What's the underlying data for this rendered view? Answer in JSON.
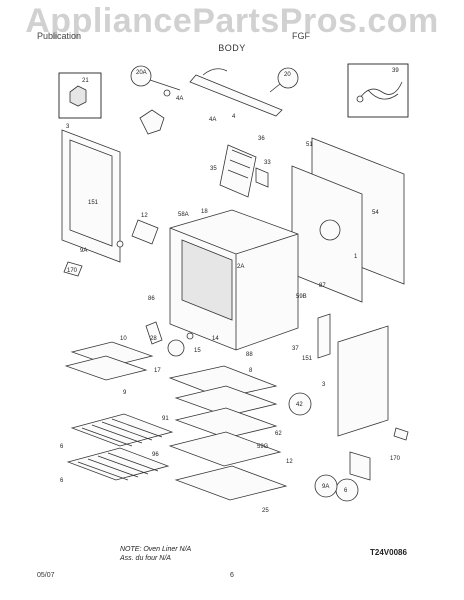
{
  "watermark": "AppliancePartsPros.com",
  "header": {
    "left": "Publication",
    "right": "FGF"
  },
  "section_title": "BODY",
  "note_line1": "NOTE: Oven Liner N/A",
  "note_line2": "Ass. du four N/A",
  "diagram_code": "T24V0086",
  "footer": {
    "date": "05/07",
    "page": "6"
  },
  "callouts": [
    {
      "label": "21"
    },
    {
      "label": "20A"
    },
    {
      "label": "4A"
    },
    {
      "label": "4"
    },
    {
      "label": "20"
    },
    {
      "label": "39"
    },
    {
      "label": "3"
    },
    {
      "label": "4A"
    },
    {
      "label": "36"
    },
    {
      "label": "35"
    },
    {
      "label": "33"
    },
    {
      "label": "51"
    },
    {
      "label": "151"
    },
    {
      "label": "12"
    },
    {
      "label": "9A"
    },
    {
      "label": "170"
    },
    {
      "label": "58A"
    },
    {
      "label": "18"
    },
    {
      "label": "2A"
    },
    {
      "label": "1"
    },
    {
      "label": "86"
    },
    {
      "label": "59B"
    },
    {
      "label": "87"
    },
    {
      "label": "10"
    },
    {
      "label": "28"
    },
    {
      "label": "14"
    },
    {
      "label": "15"
    },
    {
      "label": "17"
    },
    {
      "label": "88"
    },
    {
      "label": "37"
    },
    {
      "label": "151"
    },
    {
      "label": "9"
    },
    {
      "label": "8"
    },
    {
      "label": "3"
    },
    {
      "label": "42"
    },
    {
      "label": "91"
    },
    {
      "label": "62"
    },
    {
      "label": "59G"
    },
    {
      "label": "96"
    },
    {
      "label": "6"
    },
    {
      "label": "12"
    },
    {
      "label": "25"
    },
    {
      "label": "6"
    },
    {
      "label": "170"
    },
    {
      "label": "9A"
    },
    {
      "label": "6"
    },
    {
      "label": "54"
    }
  ]
}
